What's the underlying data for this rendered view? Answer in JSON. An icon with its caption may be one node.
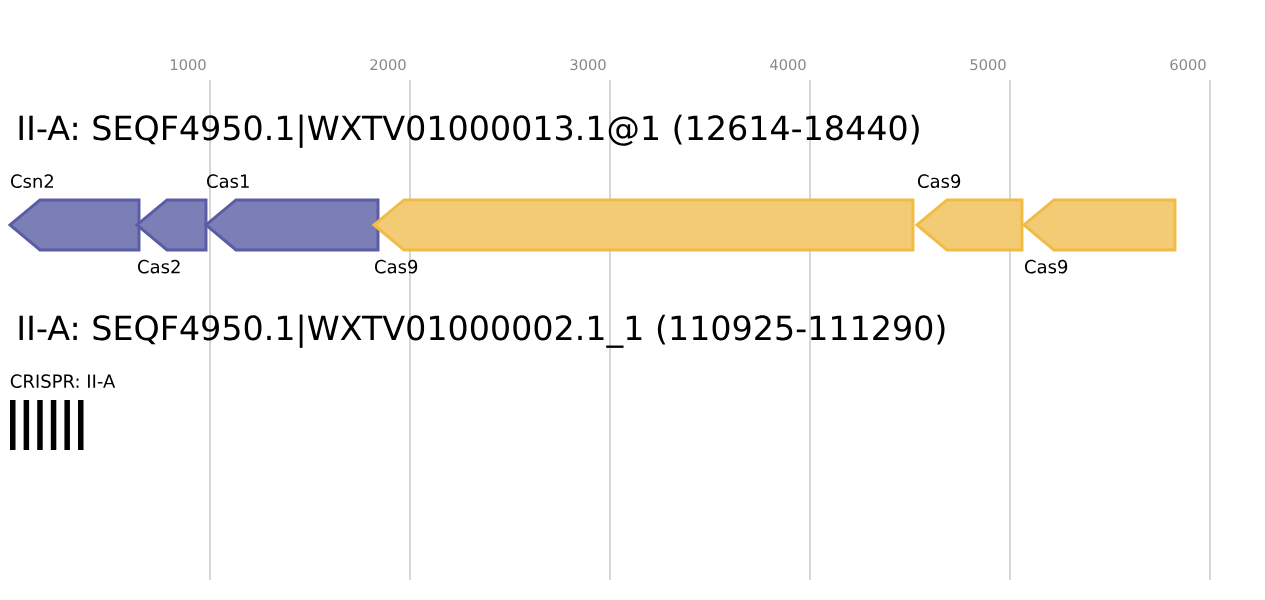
{
  "diagram": {
    "nodes": [
      {
        "text": [
          "Csn2"
        ]
      },
      {
        "text": [
          "Cas2"
        ]
      },
      {
        "text": [
          "Cas1"
        ]
      },
      {
        "text": [
          "Cas9"
        ]
      },
      {
        "text": [
          "Cas9"
        ]
      },
      {
        "text": [
          "Cas9"
        ]
      },
      {
        "text": [
          "CRISPR: II-A"
        ]
      }
    ],
    "edges": [],
    "labels": [
      "1000",
      "2000",
      "3000",
      "4000",
      "5000",
      "6000",
      "II-A: SEQF4950.1|WXTV01000013.1@1 (12614-18440)",
      "II-A: SEQF4950.1|WXTV01000002.1_1 (110925-111290)"
    ]
  }
}
